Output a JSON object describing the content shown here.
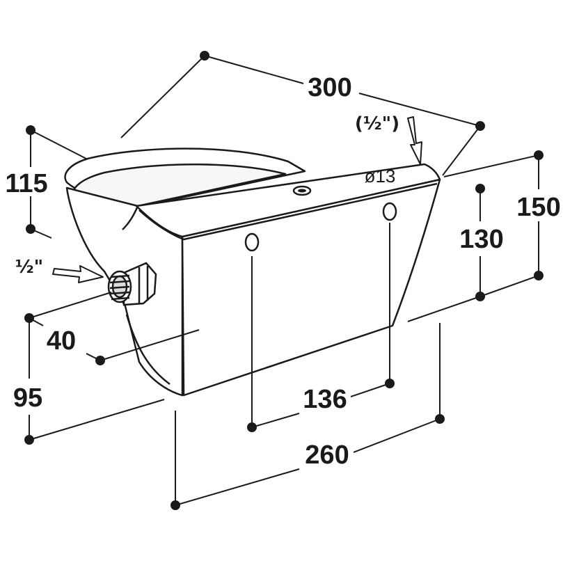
{
  "labels": {
    "length_top": "300",
    "height_left": "115",
    "height_right_outer": "150",
    "height_right_inner": "130",
    "thread_left": "½\"",
    "thread_right": "(½\")",
    "hole_diameter": "ø13",
    "inlet_depth": "40",
    "bottom_height": "95",
    "hole_spacing": "136",
    "base_length": "260"
  },
  "colors": {
    "line": "#1a1a1a",
    "fill": "#ffffff",
    "shade": "#f2f2f2"
  }
}
